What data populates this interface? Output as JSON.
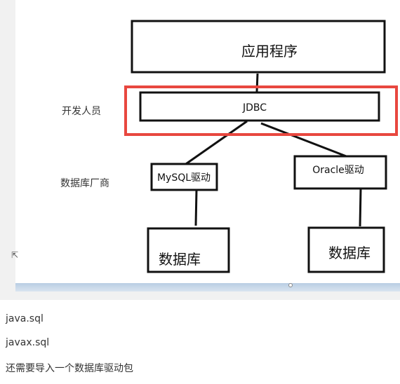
{
  "diagram": {
    "application_label": "应用程序",
    "jdbc_label": "JDBC",
    "mysql_driver_label": "MySQL驱动",
    "oracle_driver_label": "Oracle驱动",
    "database_left_label": "数据库",
    "database_right_label": "数据库",
    "developer_label": "开发人员",
    "vendor_label": "数据库厂商",
    "highlight_color": "#e8473f"
  },
  "notes": {
    "line1": "java.sql",
    "line2": "javax.sql",
    "line3": "还需要导入一个数据库驱动包"
  },
  "icons": {
    "cursor": "mouse-pointer-icon"
  }
}
